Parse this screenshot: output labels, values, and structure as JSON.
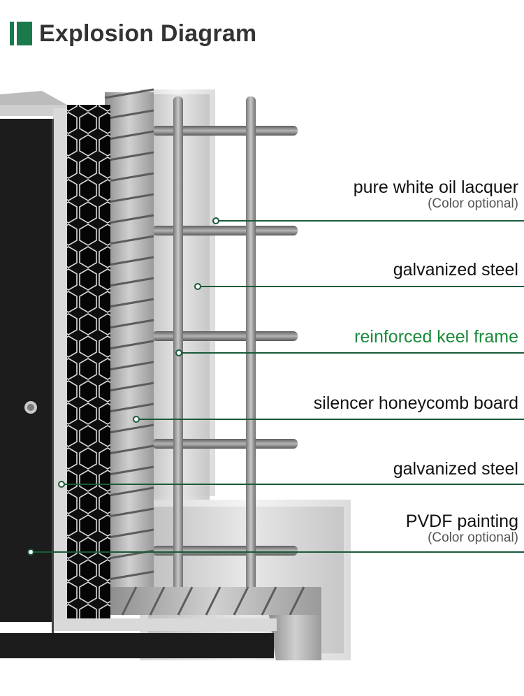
{
  "header": {
    "title": "Explosion Diagram",
    "accent_color": "#1a7a4c"
  },
  "layers": [
    {
      "id": "layer-1",
      "label": "pure white oil lacquer",
      "note": "(Color optional)",
      "highlight": false
    },
    {
      "id": "layer-2",
      "label": "galvanized steel",
      "note": "",
      "highlight": false
    },
    {
      "id": "layer-3",
      "label": "reinforced keel frame",
      "note": "",
      "highlight": true
    },
    {
      "id": "layer-4",
      "label": "silencer honeycomb board",
      "note": "",
      "highlight": false
    },
    {
      "id": "layer-5",
      "label": "galvanized steel",
      "note": "",
      "highlight": false
    },
    {
      "id": "layer-6",
      "label": "PVDF painting",
      "note": "(Color optional)",
      "highlight": false
    }
  ],
  "colors": {
    "leader_line": "#1a5a3a",
    "highlight_text": "#1a8a3a",
    "steel": "#9a9a9a",
    "panel_dark": "#1c1c1c"
  }
}
